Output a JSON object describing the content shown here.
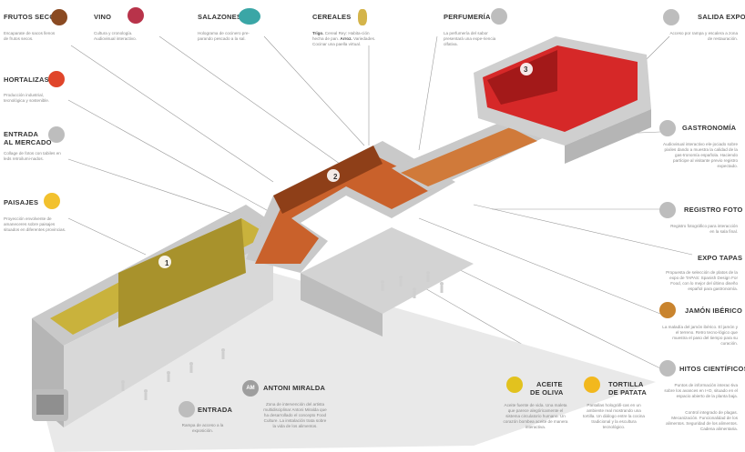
{
  "colors": {
    "accent_orange": "#d9782a",
    "accent_red": "#c8202a",
    "accent_gold": "#d4b44a",
    "accent_teal": "#3aa6a6",
    "accent_grape": "#b8334a",
    "accent_tomato": "#e0452a",
    "accent_yellow": "#f2c12e",
    "icon_grey": "#bdbdbd",
    "zone1": "#c9b23c",
    "zone2": "#c9612b",
    "zone3": "#d62828"
  },
  "labels": {
    "frutos": {
      "title": "FRUTOS SECOS",
      "desc": "Escaparate de sacos llenos de frutos secos.",
      "icon": "chestnut-icon"
    },
    "vino": {
      "title": "VINO",
      "desc": "Cultura y cronología. Audiovisual interactivo.",
      "icon": "grapes-icon"
    },
    "salazones": {
      "title": "SALAZONES",
      "desc": "Holograma de cocinero pre-parando pescado a la sal.",
      "icon": "fish-icon"
    },
    "cereales": {
      "title": "CEREALES",
      "desc_1": "Trigo.",
      "desc_2": "Cereal Rey: Habita-ción hecha de pan.",
      "desc_3": "Arroz.",
      "desc_4": "Variedades. Cocinar una paella virtual.",
      "icon": "wheat-icon"
    },
    "perfumeria": {
      "title": "PERFUMERÍA",
      "desc": "La perfumería del sabor presentará una expe-riencia olfativa.",
      "icon": "flame-icon"
    },
    "salida": {
      "title": "SALIDA EXPO",
      "desc": "Acceso por rampa y escalera a zona de restauración.",
      "icon": "arrow-right-icon"
    },
    "hortalizas": {
      "title": "HORTALIZAS",
      "desc": "Producción industrial, tecnológica y sostenible.",
      "icon": "tomato-icon"
    },
    "entrada_mercado": {
      "title_1": "ENTRADA",
      "title_2": "AL MERCADO",
      "desc": "Collage de fotos con tabiles en leds retroilumi-nados.",
      "icon": "cart-icon"
    },
    "paisajes": {
      "title": "PAISAJES",
      "desc": "Proyección envolvente de amaneceres sobre paisajes situados en diferentes provincias.",
      "icon": "sun-icon"
    },
    "gastronomia": {
      "title": "GASTRONOMÍA",
      "desc": "Audiovisual interactivo ele-jociado sobre pixiles dando a muestra la calidad de la gas-tronomía española. Haciendo partícipe al visitante previo registro expectado.",
      "icon": "plate-icon"
    },
    "registro": {
      "title": "REGISTRO  FOTO",
      "desc": "Registro fotográfico para interacción en la sala final.",
      "icon": "camera-icon"
    },
    "tapas": {
      "title": "EXPO TAPAS",
      "desc": "Propuesta de selección de platos de la expo de TAPAS: Spanish Design For Food, con lo mejor del último diseño español para gastronomía.",
      "icon": "tapas-icon"
    },
    "jamon": {
      "title": "JAMÓN IBÉRICO",
      "desc": "La maladía del jamón ibérico. El jamón y el terreno. Retro tecno-lógico que muestra el paso del tiempo para su curación.",
      "icon": "pig-icon"
    },
    "hitos": {
      "title": "HITOS CIENTÍFICOS",
      "desc_1": "Puntos de información interac-tiva sobre los avances en I+D, situado en el espacio abierto de la planta baja.",
      "desc_2": "Control integrado de plagas. Mecanización. Funcionalidad de los alimentos. Seguridad de los alimentos. Cadena alimentaria.",
      "icon": "molecule-icon"
    },
    "aceite": {
      "title_1": "ACEITE",
      "title_2": "DE OLIVA",
      "desc": "Aceite fuente de vida. Una maleta que parece alegóricamente el sistema circulatorio humano. Un corazón bombea aceite de manera interactiva.",
      "icon": "oil-drop-icon"
    },
    "tortilla": {
      "title_1": "TORTILLA",
      "title_2": "DE PATATA",
      "desc": "Pantallas holográfi-cas en un ambiente real mostrando una tortilla. Un diálogo entre la cocina tradicional y la escultura tecnológico.",
      "icon": "egg-icon"
    },
    "miralda": {
      "title": "ANTONI MIRALDA",
      "desc": "Zona de intervención del artista multidisciplinar Antoni Miralda que ha desarrollado el concepto Food Culture. La instalación trata sobre la vida de los alimentos.",
      "icon": "AM"
    },
    "entrada": {
      "title": "ENTRADA",
      "desc": "Rampa de acceso a la exposición.",
      "icon": "arrow-left-icon"
    }
  },
  "zones": {
    "z1": "1",
    "z2": "2",
    "z3": "3"
  }
}
